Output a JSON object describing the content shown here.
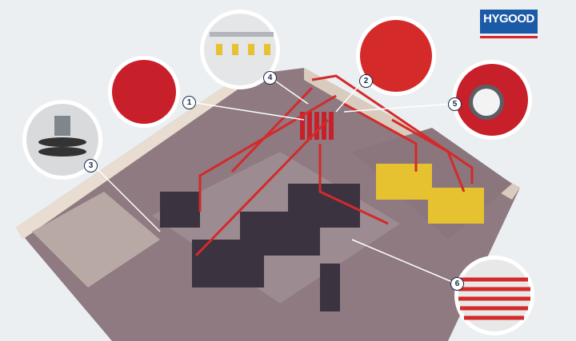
{
  "logo": {
    "text": "HYGOOD",
    "color": "#1b5aa6",
    "accent": "#d8232a"
  },
  "callouts": [
    {
      "number": "1",
      "subject": "cylinder-bank"
    },
    {
      "number": "2",
      "subject": "cylinder-valves"
    },
    {
      "number": "3",
      "subject": "nozzle"
    },
    {
      "number": "4",
      "subject": "discharge-manifold"
    },
    {
      "number": "5",
      "subject": "pressure-gauge"
    },
    {
      "number": "6",
      "subject": "piping"
    }
  ],
  "colors": {
    "pipe": "#d42a2a",
    "floor": "#8e7a80",
    "wall": "#e8ddd0",
    "background": "#eceff1"
  }
}
